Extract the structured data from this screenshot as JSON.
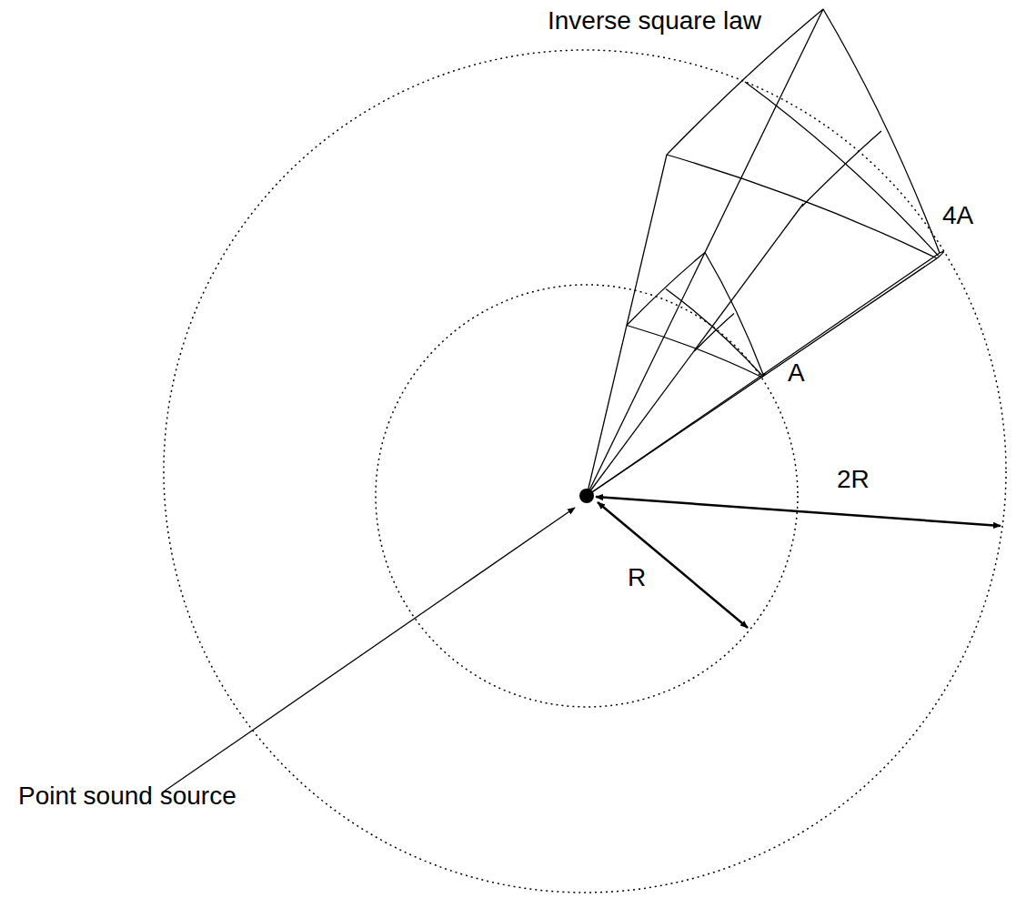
{
  "diagram": {
    "title": "Inverse square law",
    "labels": [
      "4A",
      "A",
      "2R",
      "R",
      "Point sound source"
    ]
  }
}
